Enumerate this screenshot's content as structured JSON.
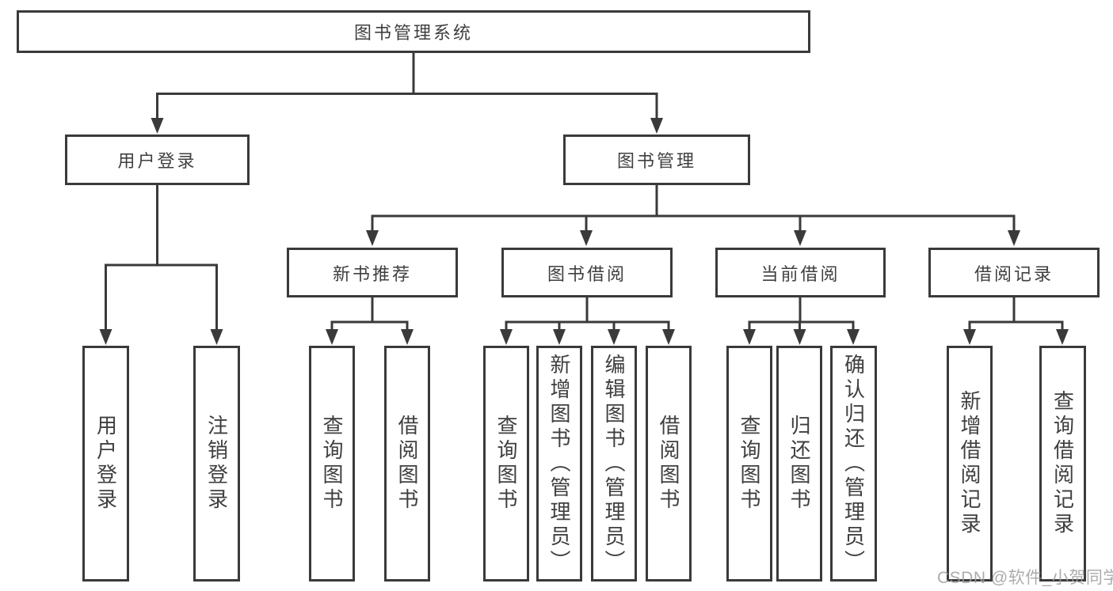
{
  "diagram": {
    "root": {
      "label": "图书管理系统"
    },
    "branches": [
      {
        "label": "用户登录",
        "children": [
          {
            "label": "用户登录"
          },
          {
            "label": "注销登录"
          }
        ]
      },
      {
        "label": "图书管理",
        "children": [
          {
            "label": "新书推荐",
            "children": [
              {
                "label": "查询图书"
              },
              {
                "label": "借阅图书"
              }
            ]
          },
          {
            "label": "图书借阅",
            "children": [
              {
                "label": "查询图书"
              },
              {
                "label": "新增图书（管理员）"
              },
              {
                "label": "编辑图书（管理员）"
              },
              {
                "label": "借阅图书"
              }
            ]
          },
          {
            "label": "当前借阅",
            "children": [
              {
                "label": "查询图书"
              },
              {
                "label": "归还图书"
              },
              {
                "label": "确认归还（管理员）"
              }
            ]
          },
          {
            "label": "借阅记录",
            "children": [
              {
                "label": "新增借阅记录"
              },
              {
                "label": "查询借阅记录"
              }
            ]
          }
        ]
      }
    ]
  },
  "watermark": {
    "label": "CSDN @软件_小贺同学"
  },
  "colors": {
    "line": "#3a3a3a",
    "text": "#3f3f3f",
    "box_background": "#ffffff",
    "page_background": "#ffffff",
    "watermark": "#9e9e9e"
  }
}
